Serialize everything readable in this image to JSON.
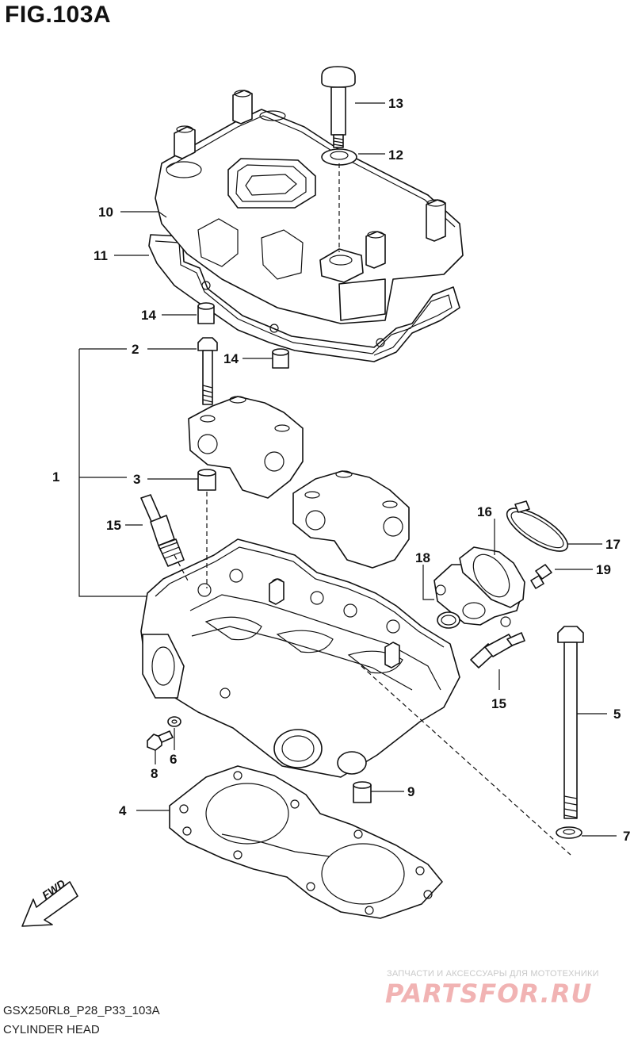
{
  "figure": {
    "title": "FIG.103A"
  },
  "callouts": {
    "c1": "1",
    "c2": "2",
    "c3": "3",
    "c4": "4",
    "c5": "5",
    "c6": "6",
    "c7": "7",
    "c8": "8",
    "c9": "9",
    "c10": "10",
    "c11": "11",
    "c12": "12",
    "c13": "13",
    "c14a": "14",
    "c14b": "14",
    "c15a": "15",
    "c15b": "15",
    "c16": "16",
    "c17": "17",
    "c18": "18",
    "c19": "19"
  },
  "fwd_arrow": {
    "label": "FWD"
  },
  "footer": {
    "code": "GSX250RL8_P28_P33_103A",
    "caption": "CYLINDER HEAD"
  },
  "watermark": {
    "tagline": "ЗАПЧАСТИ И АКСЕССУАРЫ ДЛЯ МОТОТЕХНИКИ",
    "brand": "PARTSFOR.RU"
  }
}
